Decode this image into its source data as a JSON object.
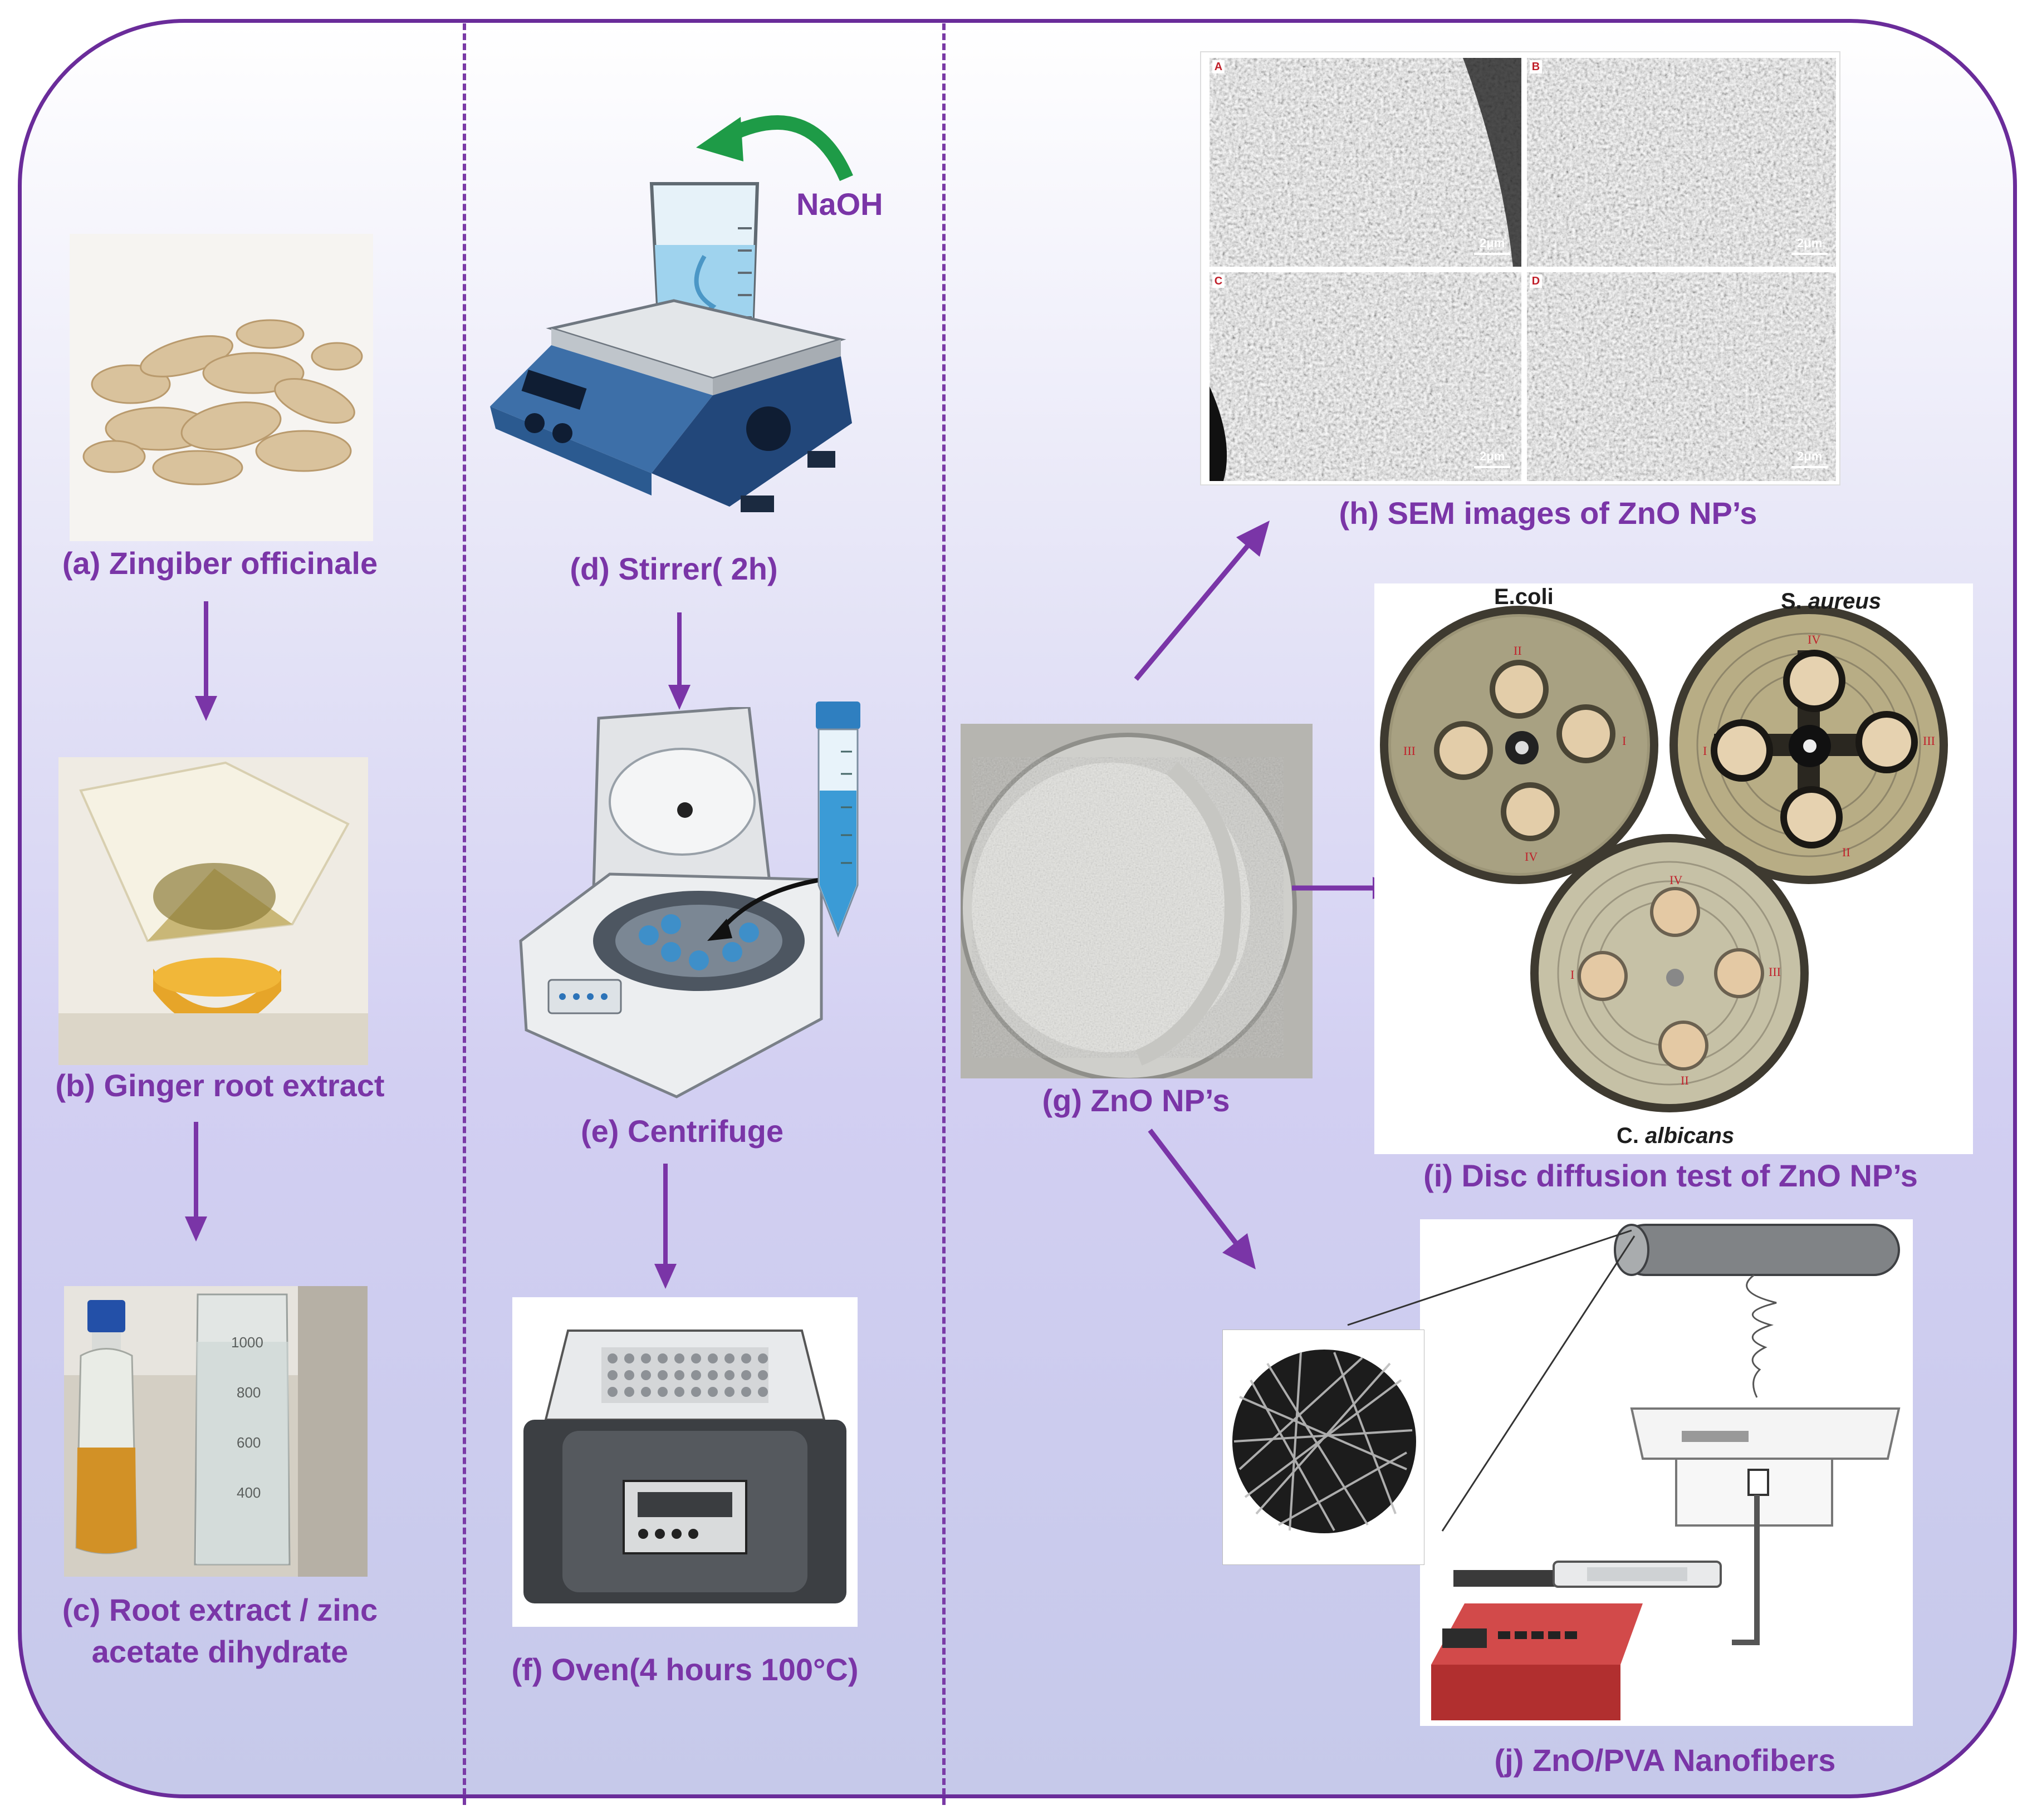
{
  "colors": {
    "accent": "#7a35a7",
    "frame": "#6a2c9a",
    "reagent_arrow": "#1e9b47"
  },
  "steps": {
    "a": "(a) Zingiber officinale",
    "b": "(b) Ginger root extract",
    "c_line1": "(c) Root extract / zinc",
    "c_line2": "acetate dihydrate",
    "d": "(d) Stirrer( 2h)",
    "reagent": "NaOH",
    "e": "(e) Centrifuge",
    "f": "(f) Oven(4 hours 100°C)",
    "g": "(g) ZnO NP’s",
    "h": "(h) SEM images of ZnO NP’s",
    "i": "(i) Disc diffusion test of ZnO NP’s",
    "j": "(j) ZnO/PVA  Nanofibers"
  },
  "sem": {
    "panels": [
      "A",
      "B",
      "C",
      "D"
    ],
    "scale": "2μm"
  },
  "disc_test": {
    "ecoli": "E.coli",
    "saureus_prefix": "S. ",
    "saureus_italic": "aureus",
    "calbicans_prefix": "C. ",
    "calbicans_italic": "albicans",
    "disc_marks": [
      "I",
      "II",
      "III",
      "IV"
    ]
  },
  "beaker_marks": [
    "1000",
    "800",
    "600",
    "400"
  ],
  "icons": [
    "ginger-photo",
    "filter-photo",
    "flask-beaker-photo",
    "hotplate-stirrer-icon",
    "centrifuge-icon",
    "falcon-tube-icon",
    "oven-icon",
    "zno-powder-photo",
    "sem-micrograph",
    "petri-dish",
    "electrospinning-setup-icon",
    "syringe-pump-icon",
    "nanofiber-micrograph"
  ]
}
